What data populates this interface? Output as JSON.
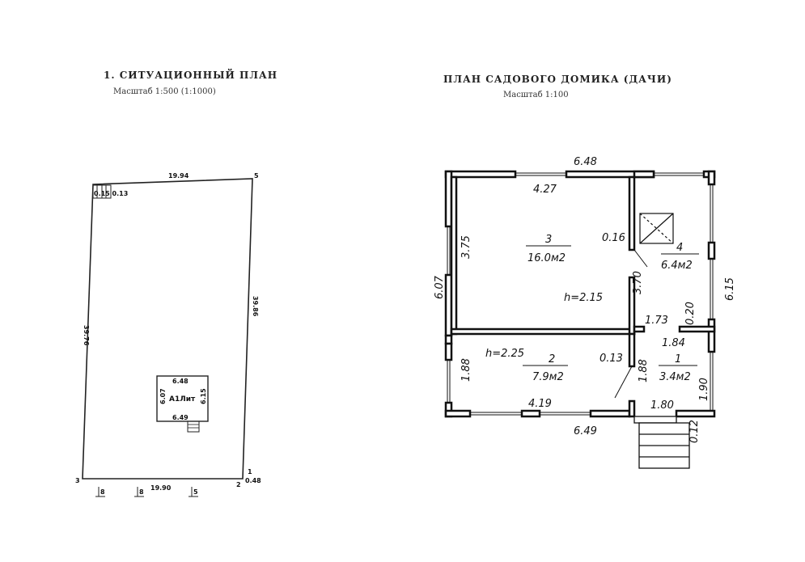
{
  "situation_plan": {
    "title": "1. СИТУАЦИОННЫЙ ПЛАН",
    "scale": "Масштаб 1:500 (1:1000)",
    "lot_top": "19.94",
    "lot_left": "39.76",
    "lot_right": "39.86",
    "lot_bottom": "19.90",
    "corner_1": "1",
    "corner_2": "2",
    "corner_3": "3",
    "corner_5": "5",
    "corner_offset": "0.48",
    "corner_top_left_dims": "0.15 0.13",
    "house_top": "6.48",
    "house_bottom": "6.49",
    "house_left": "6.07",
    "house_right": "6.15",
    "house_label": "А1Лит",
    "bottom_mark_a": "8",
    "bottom_mark_b": "8",
    "bottom_mark_c": "5"
  },
  "floor_plan": {
    "title": "ПЛАН САДОВОГО ДОМИКА (ДАЧИ)",
    "scale": "Масштаб 1:100",
    "top_outer": "6.48",
    "top_inner": "4.27",
    "bottom_outer": "6.49",
    "bottom_inner": "4.19",
    "left_outer": "6.07",
    "right_outer": "6.15",
    "room3_height": "3.75",
    "room2_height": "1.88",
    "room3_number": "3",
    "room3_area": "16.0м2",
    "room3_ceiling": "h=2.15",
    "room2_number": "2",
    "room2_area": "7.9м2",
    "room2_ceiling": "h=2.25",
    "room4_number": "4",
    "room4_area": "6.4м2",
    "room1_number": "1",
    "room1_area": "3.4м2",
    "dim_016": "0.16",
    "dim_013": "0.13",
    "dim_370": "3.70",
    "dim_173": "1.73",
    "dim_020": "0.20",
    "dim_184": "1.84",
    "dim_188": "1.88",
    "dim_190": "1.90",
    "dim_180": "1.80",
    "dim_012": "0.12"
  }
}
